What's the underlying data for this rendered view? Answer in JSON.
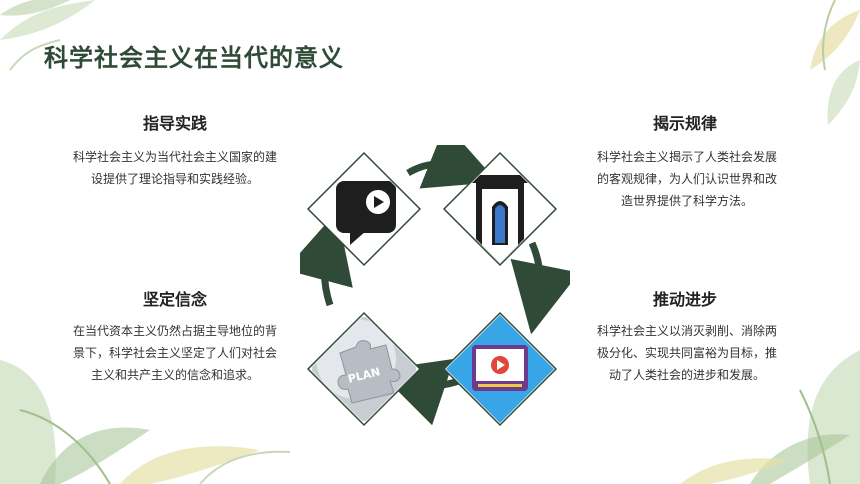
{
  "page": {
    "title": "科学社会主义在当代的意义"
  },
  "sections": [
    {
      "heading": "指导实践",
      "body": "科学社会主义为当代社会主义国家的建设提供了理论指导和实践经验。"
    },
    {
      "heading": "揭示规律",
      "body": "科学社会主义揭示了人类社会发展的客观规律，为人们认识世界和改造世界提供了科学方法。"
    },
    {
      "heading": "坚定信念",
      "body": "在当代资本主义仍然占据主导地位的背景下，科学社会主义坚定了人们对社会主义和共产主义的信念和追求。"
    },
    {
      "heading": "推动进步",
      "body": "科学社会主义以消灭剥削、消除两极分化、实现共同富裕为目标，推动了人类社会的进步和发展。"
    }
  ],
  "cycle": {
    "nodes": [
      {
        "icon": "video-chat-icon"
      },
      {
        "icon": "church-building-icon"
      },
      {
        "icon": "video-player-icon"
      },
      {
        "icon": "plan-puzzle-icon",
        "label": "PLAN"
      }
    ],
    "arrow_color": "#2f4a36"
  },
  "colors": {
    "title": "#2f4a36",
    "accent_green": "#2f4a36",
    "leaf_green": "#a9c79a",
    "leaf_yellow": "#e8dda0"
  }
}
